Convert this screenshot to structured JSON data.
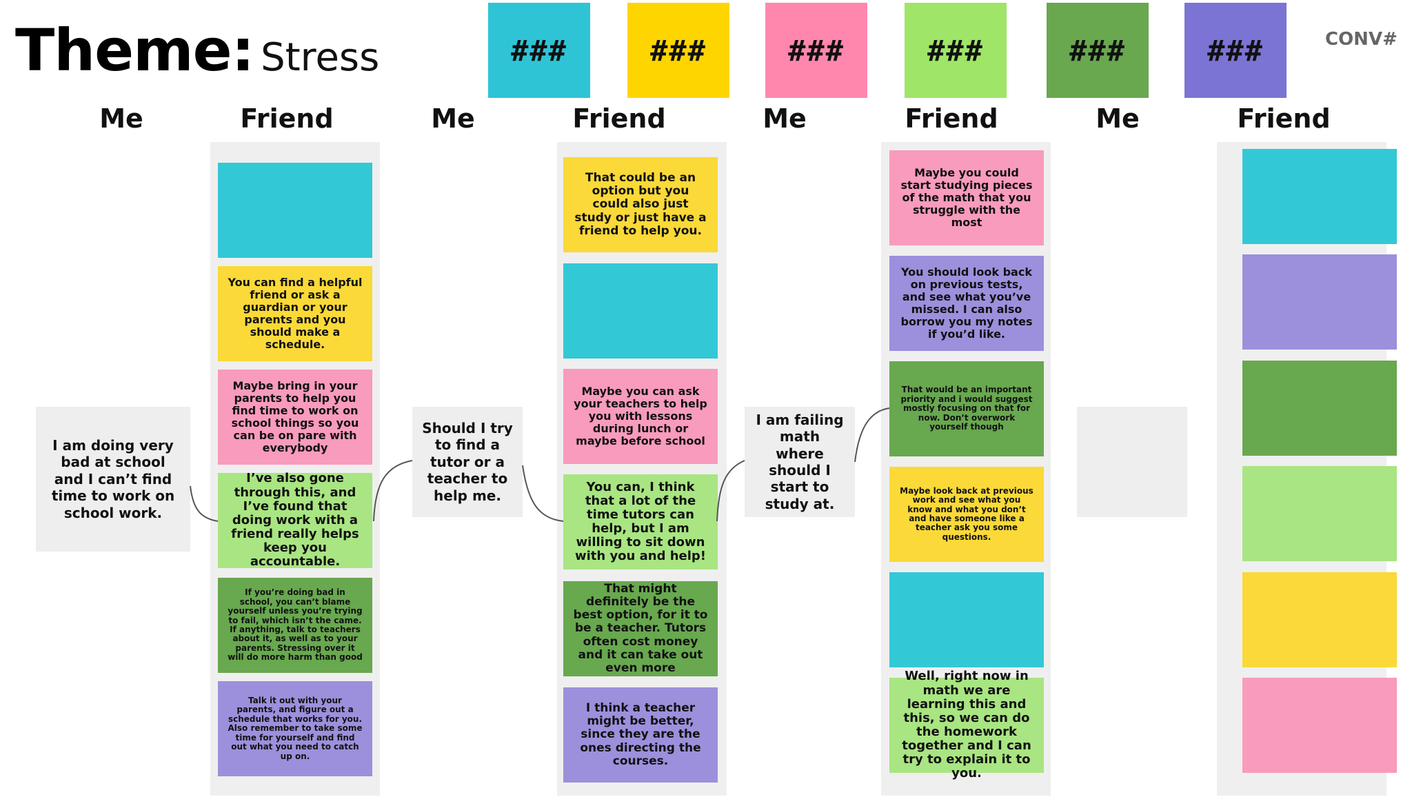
{
  "title": {
    "prefix": "Theme:",
    "theme": "Stress"
  },
  "conversation_label": "CONV#",
  "color_legend": [
    {
      "label": "###",
      "color": "#2EC4D6"
    },
    {
      "label": "###",
      "color": "#FFD500"
    },
    {
      "label": "###",
      "color": "#FF87AE"
    },
    {
      "label": "###",
      "color": "#9FE567"
    },
    {
      "label": "###",
      "color": "#69A84F"
    },
    {
      "label": "###",
      "color": "#7B74D4"
    }
  ],
  "headers": [
    "Me",
    "Friend",
    "Me",
    "Friend",
    "Me",
    "Friend",
    "Me",
    "Friend"
  ],
  "me_cards": [
    "I am doing very bad at school and I can’t find time to work on school work.",
    "Should I try to find a tutor or a teacher to help me.",
    "I am failing math where should I start to study at.",
    ""
  ],
  "friend_columns": [
    [
      {
        "text": "",
        "color": "#33C8D6"
      },
      {
        "text": "You can find a helpful friend or ask a guardian or your parents and you should make a schedule.",
        "color": "#FAD938"
      },
      {
        "text": "Maybe bring in your parents to help you find time to work on school things so you can be on pare with everybody",
        "color": "#F89BBC"
      },
      {
        "text": "I’ve also gone through this, and I’ve found that doing work with a friend really helps keep you accountable.",
        "color": "#A9E582"
      },
      {
        "text": "If you’re doing bad in school, you can’t blame yourself unless you’re trying to fail, which isn’t the came. If anything, talk to teachers about it, as well as to your parents. Stressing over it will do more harm than good",
        "color": "#68A84F"
      },
      {
        "text": "Talk it out with your parents, and figure out a schedule that works for you. Also remember to take some time for yourself and find out what you need to catch up on.",
        "color": "#9C90DC"
      }
    ],
    [
      {
        "text": "That could be an option but you could also just study or just have a friend to help you.",
        "color": "#FAD938"
      },
      {
        "text": "",
        "color": "#33C8D6"
      },
      {
        "text": "Maybe you can ask your teachers to help you with lessons during lunch or maybe before school",
        "color": "#F89BBC"
      },
      {
        "text": "You can, I think that a lot of the time tutors can help, but I am willing to sit down with you and help!",
        "color": "#A9E582"
      },
      {
        "text": "That might definitely be the best option, for it to be a teacher. Tutors often cost money and it can take out even more",
        "color": "#68A84F"
      },
      {
        "text": "I think a teacher might be better, since they are the ones directing the courses.",
        "color": "#9C90DC"
      }
    ],
    [
      {
        "text": "Maybe you could start studying pieces of the math that you struggle with the most",
        "color": "#F89BBC"
      },
      {
        "text": "You should look back on previous tests, and see what you’ve missed. I can also borrow you my notes if you’d like.",
        "color": "#9C90DC"
      },
      {
        "text": "That would be an important priority and i would suggest mostly focusing on that for now. Don’t overwork yourself though",
        "color": "#68A84F"
      },
      {
        "text": "Maybe look back at previous work and see what you know and what you don’t and have someone like a teacher ask you some questions.",
        "color": "#FAD938"
      },
      {
        "text": "",
        "color": "#33C8D6"
      },
      {
        "text": "Well, right now in math we are learning this and this, so we can do the homework together and I can try to explain it to you.",
        "color": "#A9E582"
      }
    ],
    [
      {
        "text": "",
        "color": "#33C8D6"
      },
      {
        "text": "",
        "color": "#9C90DC"
      },
      {
        "text": "",
        "color": "#68A84F"
      },
      {
        "text": "",
        "color": "#A9E582"
      },
      {
        "text": "",
        "color": "#FAD938"
      },
      {
        "text": "",
        "color": "#F89BBC"
      }
    ]
  ]
}
